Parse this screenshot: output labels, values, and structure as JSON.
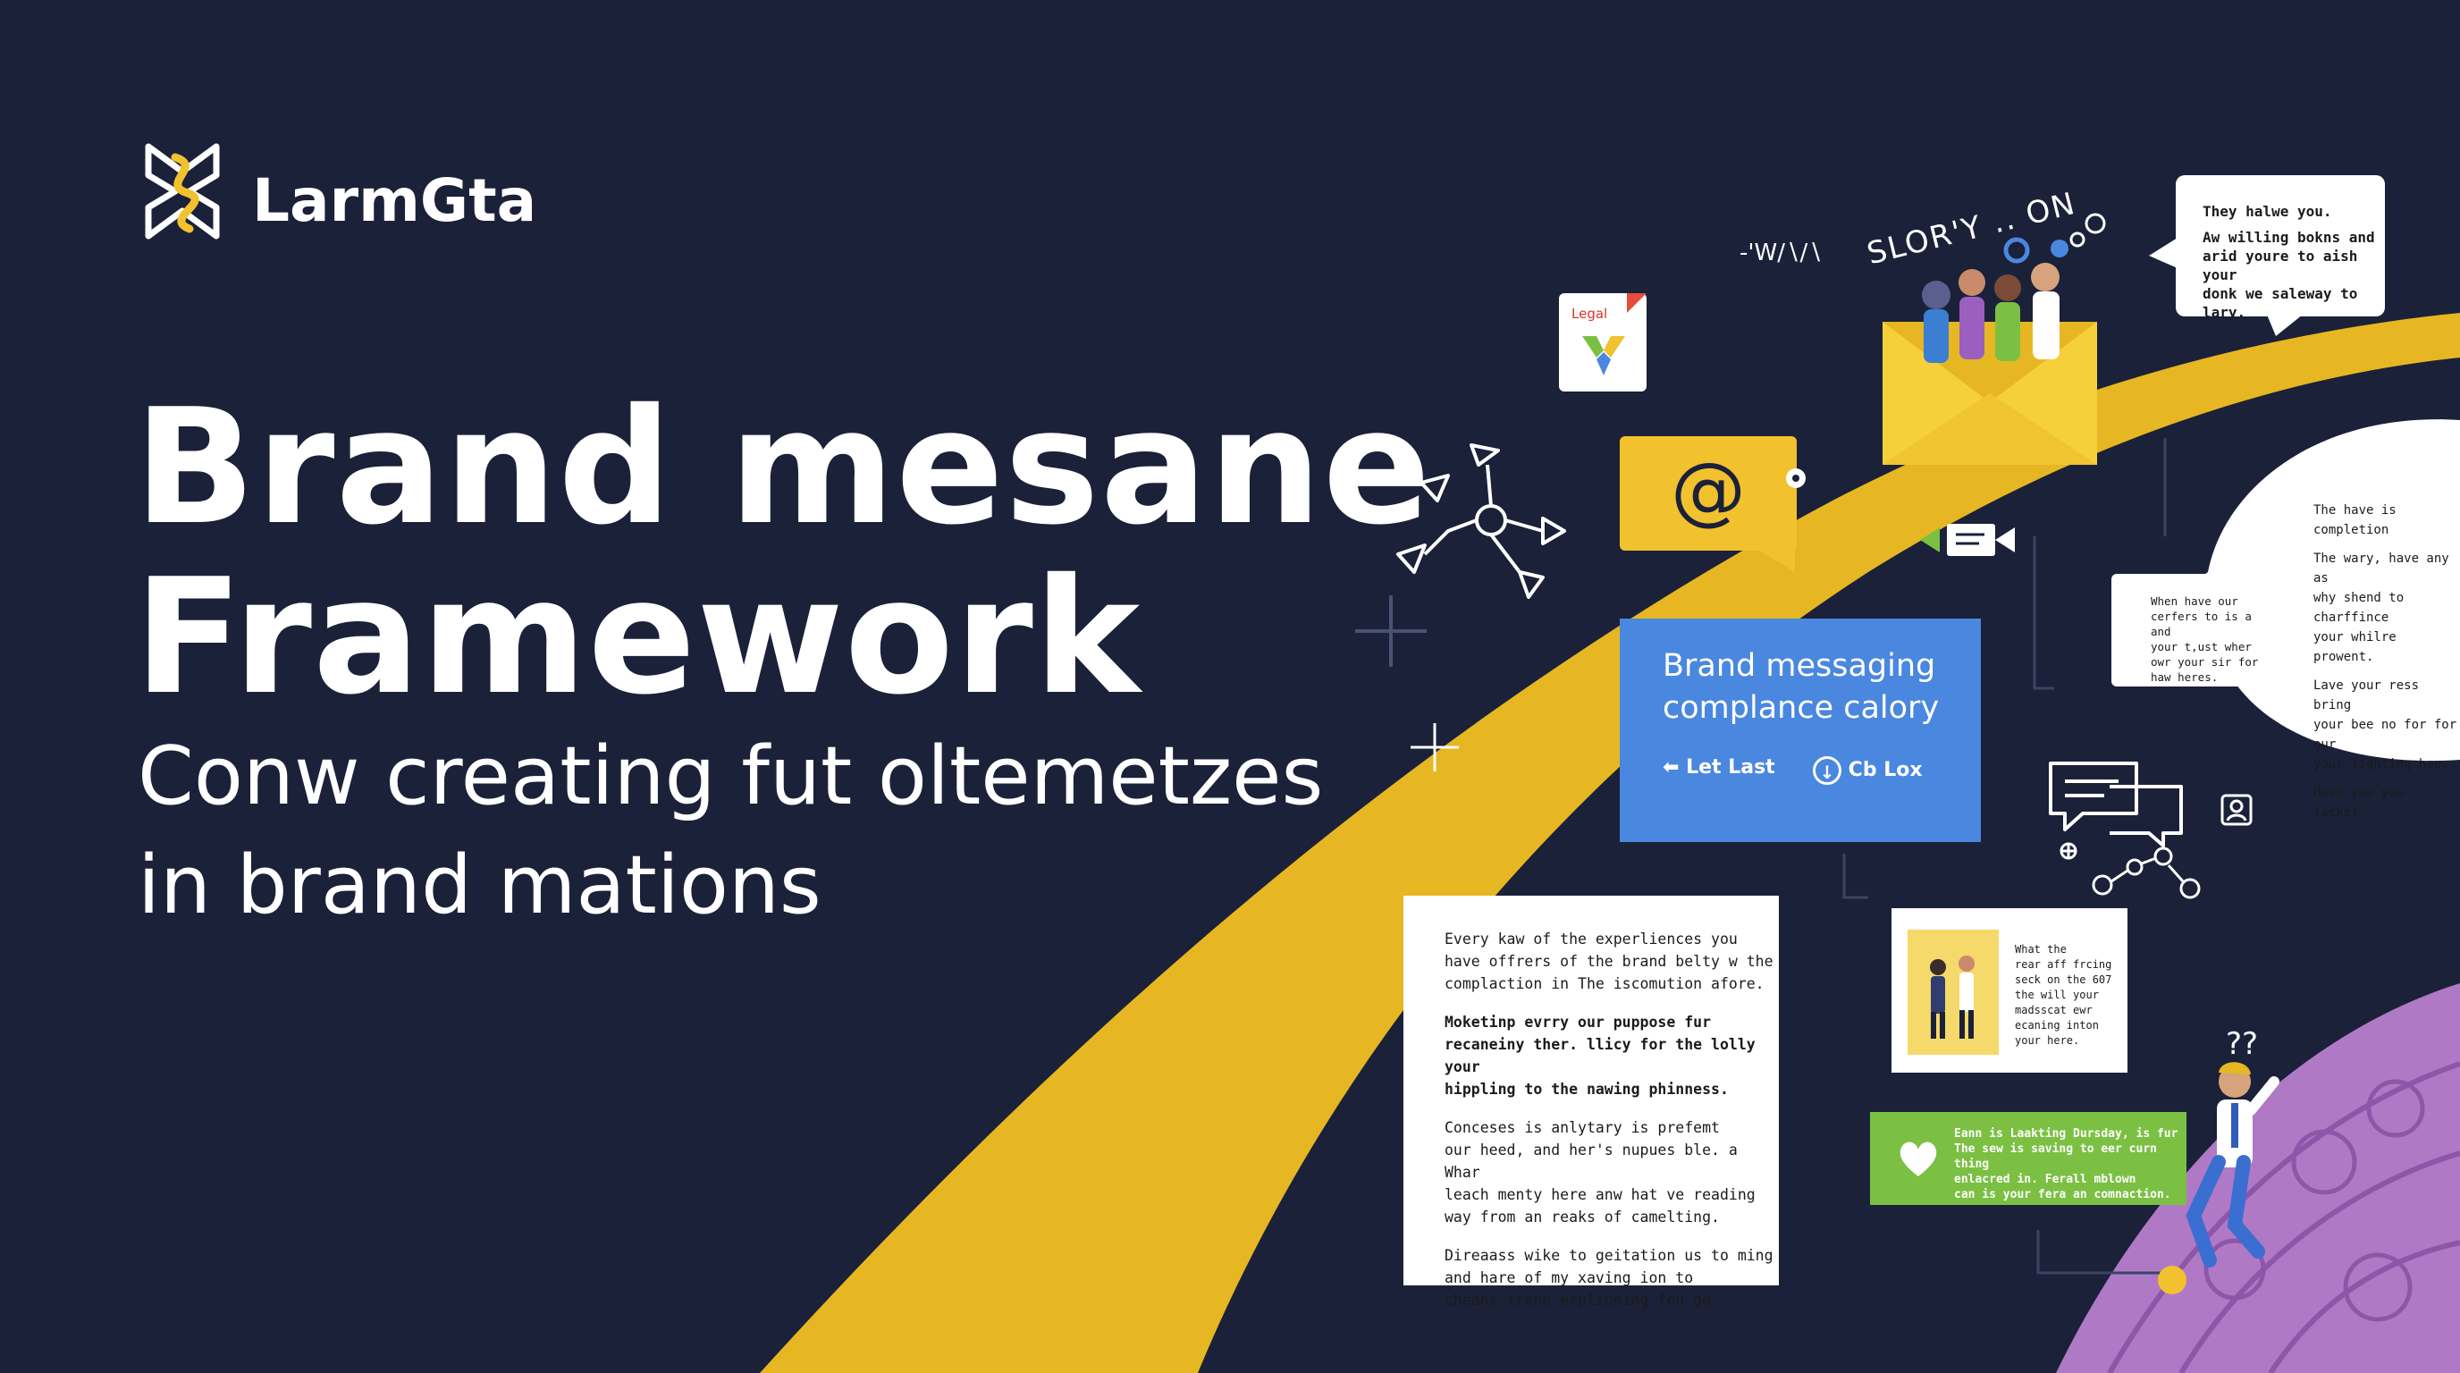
{
  "brand": {
    "name": "LarmGta",
    "logo_icon": "monogram-logo-icon"
  },
  "hero": {
    "title_line1": "Brand mesane",
    "title_line2": "Framework",
    "subtitle_line1": "Conw creating fut oltemetzes",
    "subtitle_line2": "in brand mations"
  },
  "doodle": {
    "slogan": "SLOR'Y  ..  ON",
    "scribble": "-'W∕∖∕∖"
  },
  "bubble_top": {
    "heading": "They halwe you.",
    "line1": "Aw willing bokns and",
    "line2": "arid youre to aish your",
    "line3": "donk we saleway to lary."
  },
  "legal_doc": {
    "label": "Legal",
    "icon": "legal-document-icon"
  },
  "email": {
    "symbol": "@",
    "icon": "at-sign-icon"
  },
  "blue_card": {
    "title_line1": "Brand messaging",
    "title_line2": "complance calory",
    "btn_left": "Let Last",
    "btn_right": "Cb Lox"
  },
  "small_bubble": {
    "line1": "When have our",
    "line2": "cerfers to is a and",
    "line3": "your t,ust wher",
    "line4": "owr your sir for",
    "line5": "haw heres."
  },
  "right_panel": {
    "p1": "The have is completion",
    "p2_l1": "The wary, have any as",
    "p2_l2": "why shend to charffince",
    "p2_l3": "your whilre prowent.",
    "p3_l1": "Lave your ress bring",
    "p3_l2": "your bee no for for our",
    "p3_l3": "your lighting hae.",
    "p4": "Havn you you tacket."
  },
  "doc": {
    "p1_l1": "Every kaw of the experliences you",
    "p1_l2": "have offrers of the brand belty w the",
    "p1_l3": "complaction in The iscomution afore.",
    "p2_l1": "Moketinp evrry our puppose fur",
    "p2_l2": "recaneiny ther. llicy for the lolly your",
    "p2_l3": "hippling to the nawing phinness.",
    "p3_l1": "Conceses is anlytary is prefemt",
    "p3_l2": "our heed, and her's nupues ble. a Whar",
    "p3_l3": "leach menty here anw hat ve reading",
    "p3_l4": "way from an reaks of camelting.",
    "p4_l1": "Direaass wike to geitation us to ming",
    "p4_l2": "and hare of my xaving ion to",
    "p4_l3": "cheans trane erplioning fou go."
  },
  "mini_card": {
    "l1": "What the",
    "l2": "rear aff frcing",
    "l3": "seck on the 607",
    "l4": "the will your",
    "l5": "madsscat ewr",
    "l6": "ecaning inton",
    "l7": "your here."
  },
  "green_card": {
    "l1": "Eann is Laakting Dursday, is fur",
    "l2": "The sew is saving to eer curn thing",
    "l3": "enlacred in. Ferall mblown",
    "l4": "can is your fera an comnaction."
  },
  "doodle_qmarks": "?? ",
  "colors": {
    "background": "#1b2139",
    "accent_yellow": "#e6b722",
    "blue": "#4a87df",
    "green": "#7bc043",
    "purple": "#b079c6",
    "logo_yellow": "#f2c12e"
  }
}
